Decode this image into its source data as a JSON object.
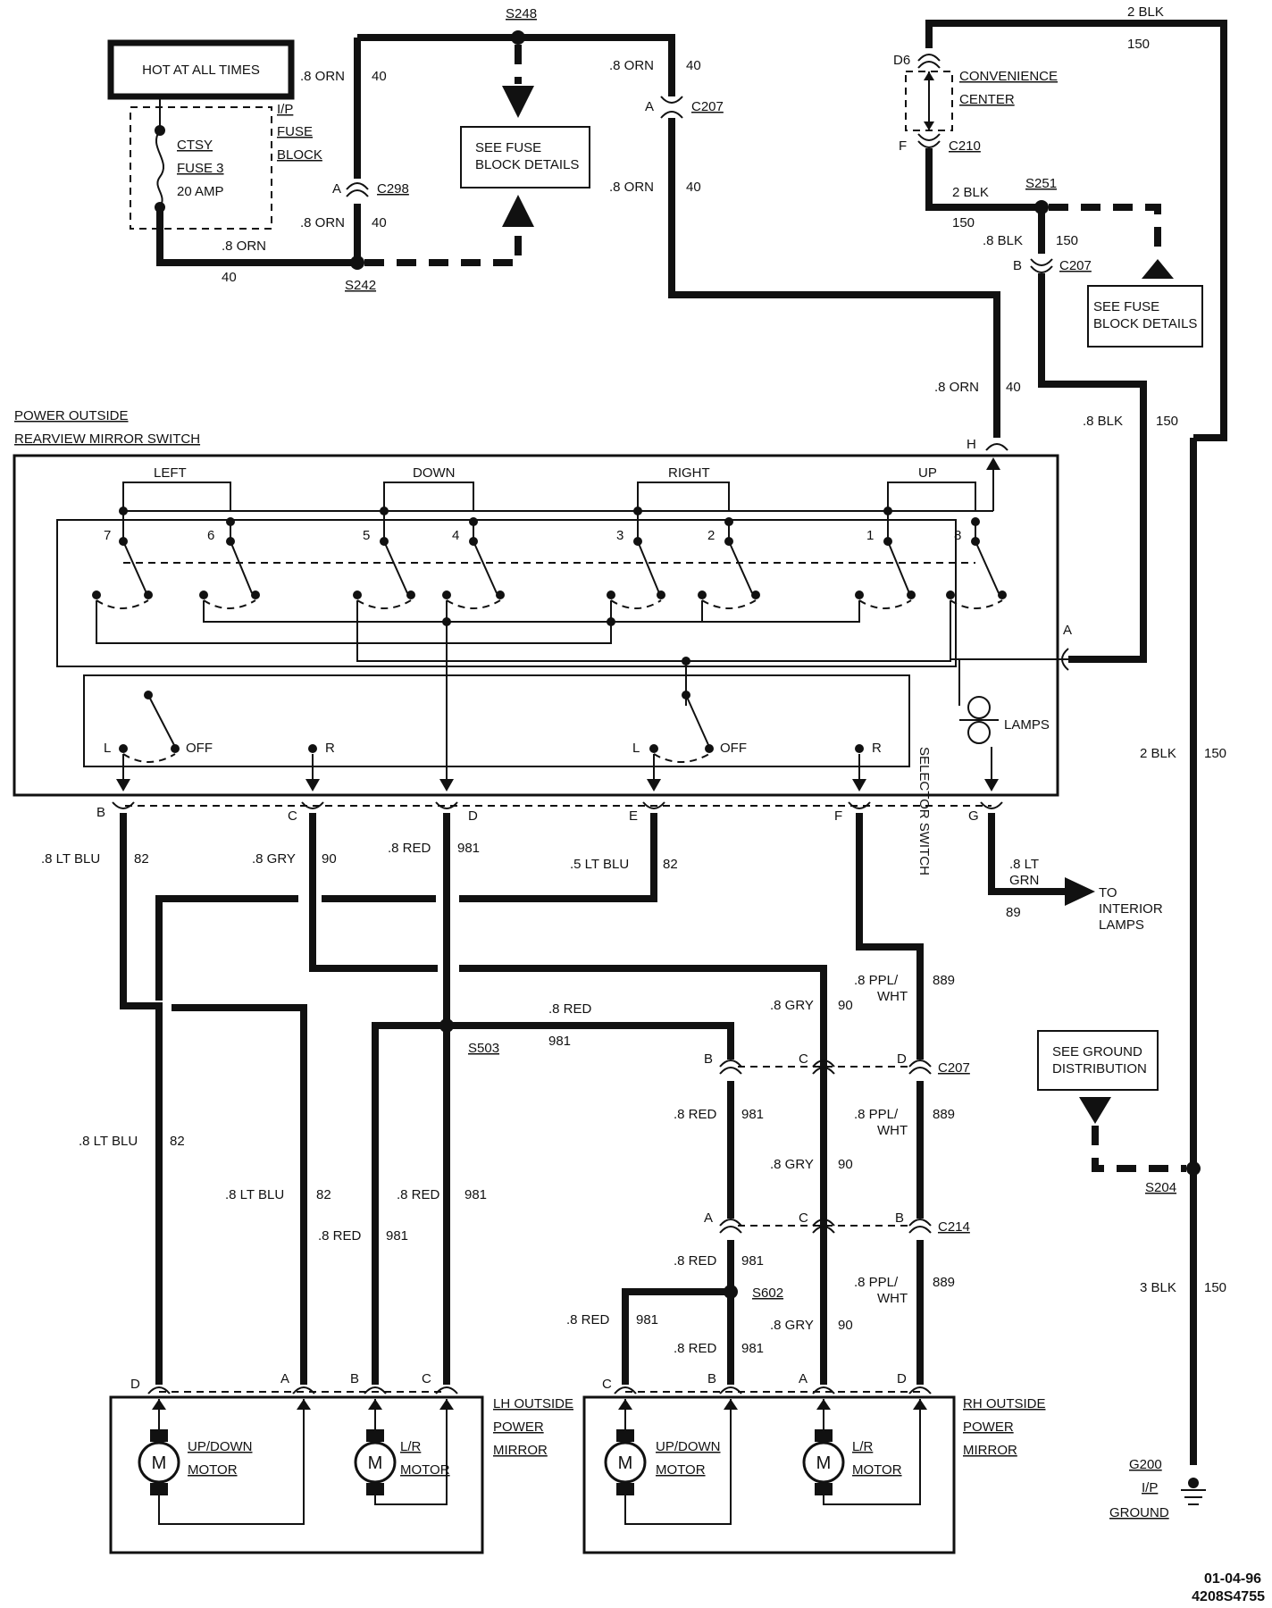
{
  "labels": {
    "hot_at_all_times": "HOT AT ALL TIMES",
    "ip_fuse_block": [
      "I/P",
      "FUSE",
      "BLOCK"
    ],
    "ctsy_fuse": [
      "CTSY",
      "FUSE 3",
      "20 AMP"
    ],
    "see_fuse_block_details": [
      "SEE FUSE",
      "BLOCK DETAILS"
    ],
    "convenience_center": [
      "CONVENIENCE",
      "CENTER"
    ],
    "switch_title": [
      "POWER OUTSIDE",
      "REARVIEW MIRROR SWITCH"
    ],
    "directions": [
      "LEFT",
      "DOWN",
      "RIGHT",
      "UP"
    ],
    "lamps": "LAMPS",
    "selector_switch": "SELECTOR SWITCH",
    "to_interior_lamps": [
      "TO",
      "INTERIOR",
      "LAMPS"
    ],
    "see_ground_distribution": [
      "SEE GROUND",
      "DISTRIBUTION"
    ],
    "lh_mirror": [
      "LH OUTSIDE",
      "POWER",
      "MIRROR"
    ],
    "rh_mirror": [
      "RH OUTSIDE",
      "POWER",
      "MIRROR"
    ],
    "up_down_motor": [
      "UP/DOWN",
      "MOTOR"
    ],
    "lr_motor": [
      "L/R",
      "MOTOR"
    ],
    "motor_symbol": "M",
    "ground": [
      "G200",
      "I/P",
      "GROUND"
    ],
    "date": "01-04-96",
    "doc_number": "4208S4755",
    "off": "OFF",
    "l": "L",
    "r": "R"
  },
  "splices": [
    "S248",
    "S242",
    "S251",
    "S503",
    "S204",
    "S602"
  ],
  "connectors": [
    "C207",
    "C298",
    "C210",
    "C214",
    "D6",
    "H"
  ],
  "terminals": [
    "1",
    "2",
    "3",
    "4",
    "5",
    "6",
    "7",
    "8"
  ],
  "pins": [
    "A",
    "B",
    "C",
    "D",
    "E",
    "F",
    "G"
  ],
  "wires": {
    "orn": ".8 ORN",
    "c40": "40",
    "blk2": "2 BLK",
    "blk08": ".8 BLK",
    "blk3": "3 BLK",
    "c150": "150",
    "ltblu": ".8 LT BLU",
    "ltblu5": ".5 LT BLU",
    "c82": "82",
    "gry": ".8 GRY",
    "c90": "90",
    "red": ".8 RED",
    "c981": "981",
    "ltgrn": ".8 LT",
    "grn": "GRN",
    "c89": "89",
    "ppl": ".8 PPL/",
    "wht": "WHT",
    "c889": "889"
  }
}
